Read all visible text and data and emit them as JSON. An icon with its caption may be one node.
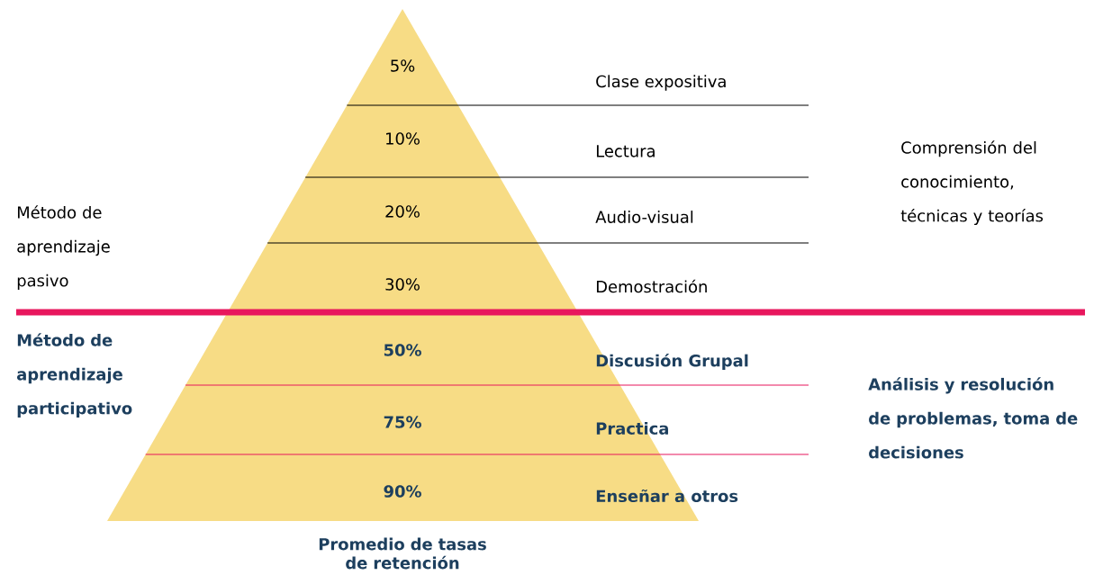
{
  "diagram": {
    "caption": "Promedio de tasas de retención",
    "nodes": [
      {
        "text": [
          "5%"
        ]
      },
      {
        "text": [
          "10%"
        ]
      },
      {
        "text": [
          "20%"
        ]
      },
      {
        "text": [
          "30%"
        ]
      },
      {
        "text": [
          "50%"
        ]
      },
      {
        "text": [
          "75%"
        ]
      },
      {
        "text": [
          "90%"
        ]
      }
    ],
    "labels": [
      "Clase expositiva",
      "Comprensión del conocimiento, técnicas y teorías",
      "Lectura",
      "Método de aprendizaje pasivo",
      "Audio-visual",
      "Demostración",
      "Método de aprendizaje participativo",
      "Discusión Grupal",
      "Análisis y resolución de problemas, toma de decisiones",
      "Practica",
      "Enseñar a otros"
    ]
  }
}
